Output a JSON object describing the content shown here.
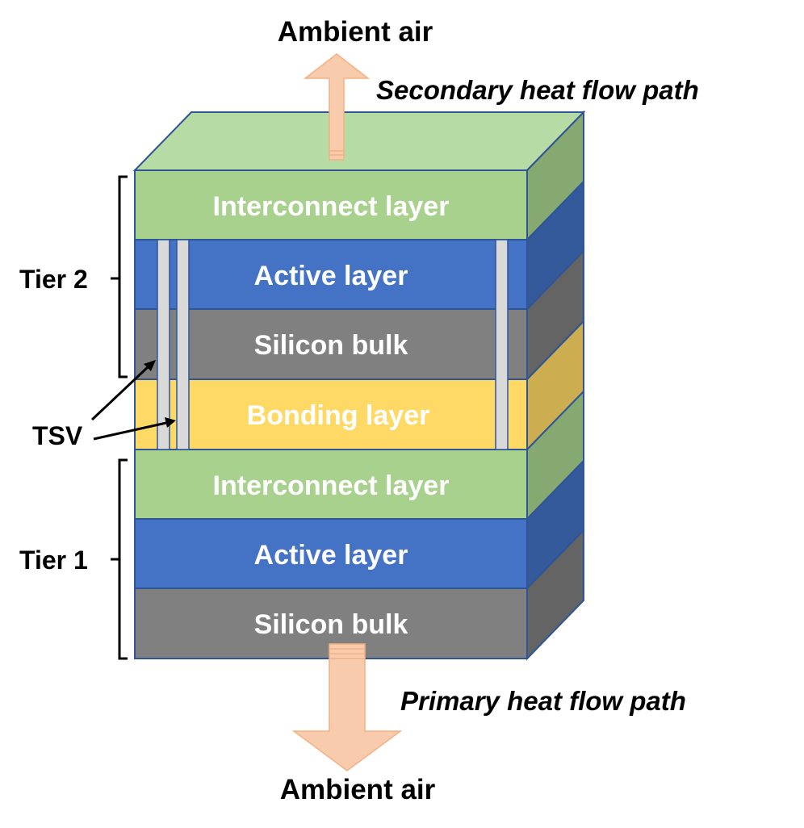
{
  "labels": {
    "ambient_top": "Ambient air",
    "ambient_bottom": "Ambient air",
    "secondary_path": "Secondary heat flow path",
    "primary_path": "Primary heat flow path",
    "tier2": "Tier 2",
    "tier1": "Tier 1",
    "tsv": "TSV"
  },
  "layers": [
    {
      "label": "Interconnect layer",
      "color": "#a9d18e"
    },
    {
      "label": "Active layer",
      "color": "#4472c4"
    },
    {
      "label": "Silicon bulk",
      "color": "#808080"
    },
    {
      "label": "Bonding layer",
      "color": "#ffd966"
    },
    {
      "label": "Interconnect layer",
      "color": "#a9d18e"
    },
    {
      "label": "Active layer",
      "color": "#4472c4"
    },
    {
      "label": "Silicon bulk",
      "color": "#808080"
    }
  ],
  "colors": {
    "arrow_fill": "#f8cbad",
    "arrow_stroke": "#f4b183",
    "outline": "#2f5597",
    "tsv_fill": "#d9d9d9",
    "top_face": "#b7dba4"
  }
}
